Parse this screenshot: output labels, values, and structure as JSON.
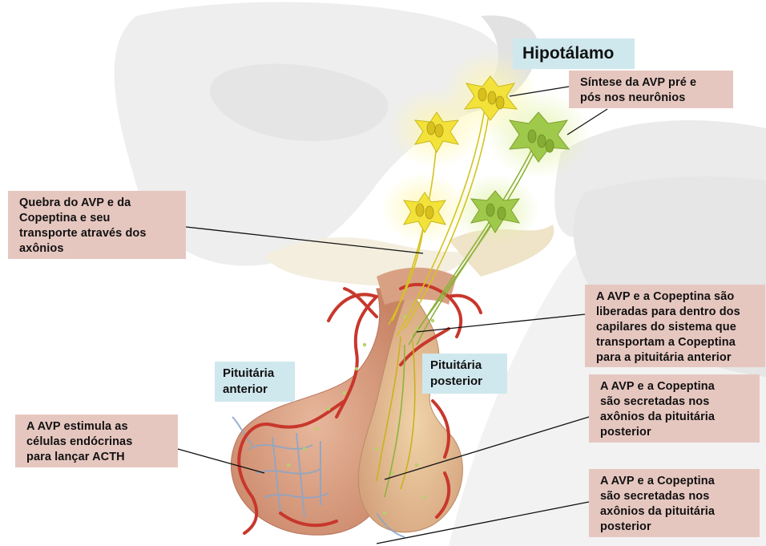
{
  "labels": {
    "hypothalamus": "Hipotálamo",
    "anterior_pituitary": "Pituitária\nanterior",
    "posterior_pituitary": "Pituitária\nposterior",
    "synthesis": "Síntese da AVP pré e\npós nos neurônios",
    "transport": "Quebra do AVP e da\nCopeptina e seu\ntransporte através dos\naxônios",
    "release": "A AVP e a Copeptina são\nliberadas para dentro dos\ncapilares do sistema que\ntransportam a Copeptina\npara a pituitária anterior",
    "stimulate": "A AVP estimula as\ncélulas endócrinas\npara lançar ACTH",
    "secreted_1": "A AVP e a Copeptina\nsão secretadas nos\naxônios da pituitária\nposterior",
    "secreted_2": "A AVP e a Copeptina\nsão secretadas nos\naxônios da pituitária\nposterior"
  },
  "colors": {
    "label_bg": "#e6c7c0",
    "tag_bg": "#cfe8ee",
    "yellow_neuron": "#f3e23a",
    "green_neuron": "#9fc94a",
    "gland": "#d9a184",
    "vessel": "#c8372c"
  }
}
